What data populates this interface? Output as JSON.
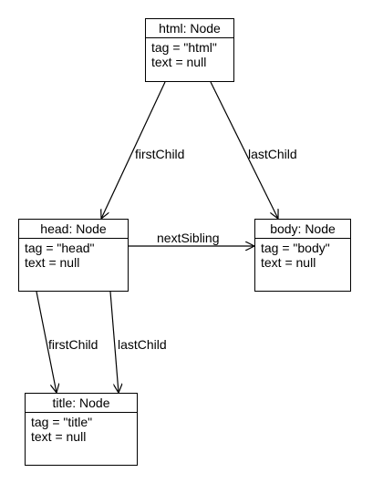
{
  "nodes": {
    "html": {
      "title": "html: Node",
      "tag": "tag = \"html\"",
      "text": "text = null"
    },
    "head": {
      "title": "head: Node",
      "tag": "tag = \"head\"",
      "text": "text = null"
    },
    "body": {
      "title": "body: Node",
      "tag": "tag = \"body\"",
      "text": "text = null"
    },
    "title": {
      "title": "title: Node",
      "tag": "tag = \"title\"",
      "text": "text = null"
    }
  },
  "edges": {
    "html_head": "firstChild",
    "html_body": "lastChild",
    "head_body": "nextSibling",
    "head_title_first": "firstChild",
    "head_title_last": "lastChild"
  }
}
